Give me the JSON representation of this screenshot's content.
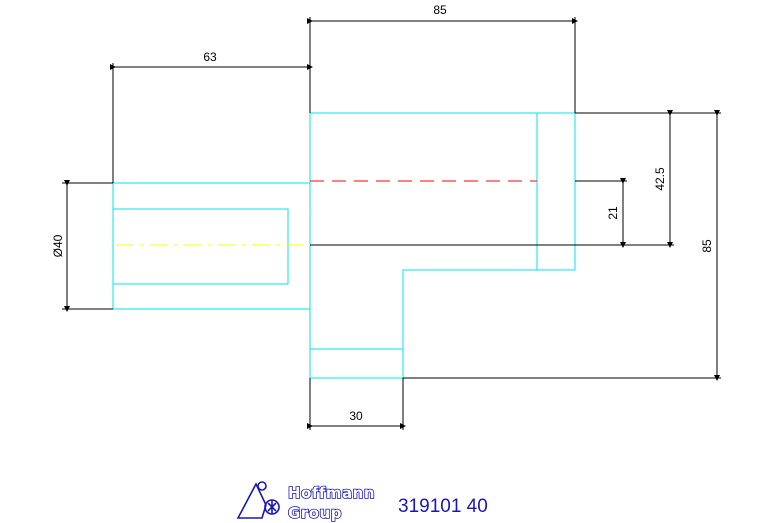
{
  "drawing": {
    "dimensions": {
      "top_width": "85",
      "left_length": "63",
      "left_diameter": "Ø40",
      "height_21": "21",
      "height_42_5": "42.5",
      "height_85": "85",
      "bottom_30": "30"
    },
    "colors": {
      "outline": "#00e5ee",
      "dimension": "#000000",
      "red_centerline": "#ff0000",
      "yellow_centerline": "#ffff00",
      "brand": "#1a17b8"
    }
  },
  "footer": {
    "logo_line1": "Hoffmann",
    "logo_line2": "Group",
    "part_number": "319101 40"
  }
}
